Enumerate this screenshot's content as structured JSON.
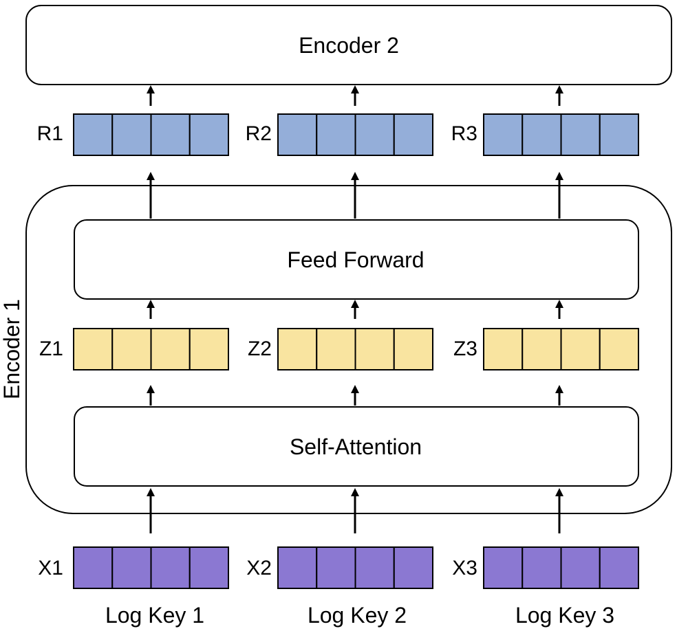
{
  "diagram": {
    "top_block": {
      "label": "Encoder 2"
    },
    "encoder1": {
      "label": "Encoder 1",
      "feed_forward": {
        "label": "Feed Forward"
      },
      "self_attention": {
        "label": "Self-Attention"
      }
    },
    "columns": [
      {
        "r_label": "R1",
        "z_label": "Z1",
        "x_label": "X1",
        "log_key": "Log Key 1"
      },
      {
        "r_label": "R2",
        "z_label": "Z2",
        "x_label": "X2",
        "log_key": "Log Key 2"
      },
      {
        "r_label": "R3",
        "z_label": "Z3",
        "x_label": "X3",
        "log_key": "Log Key 3"
      }
    ],
    "colors": {
      "r_vector": "#94aed9",
      "z_vector": "#f9e4a0",
      "x_vector": "#8b78d2",
      "stroke": "#000000"
    },
    "vector_cells": 4
  }
}
